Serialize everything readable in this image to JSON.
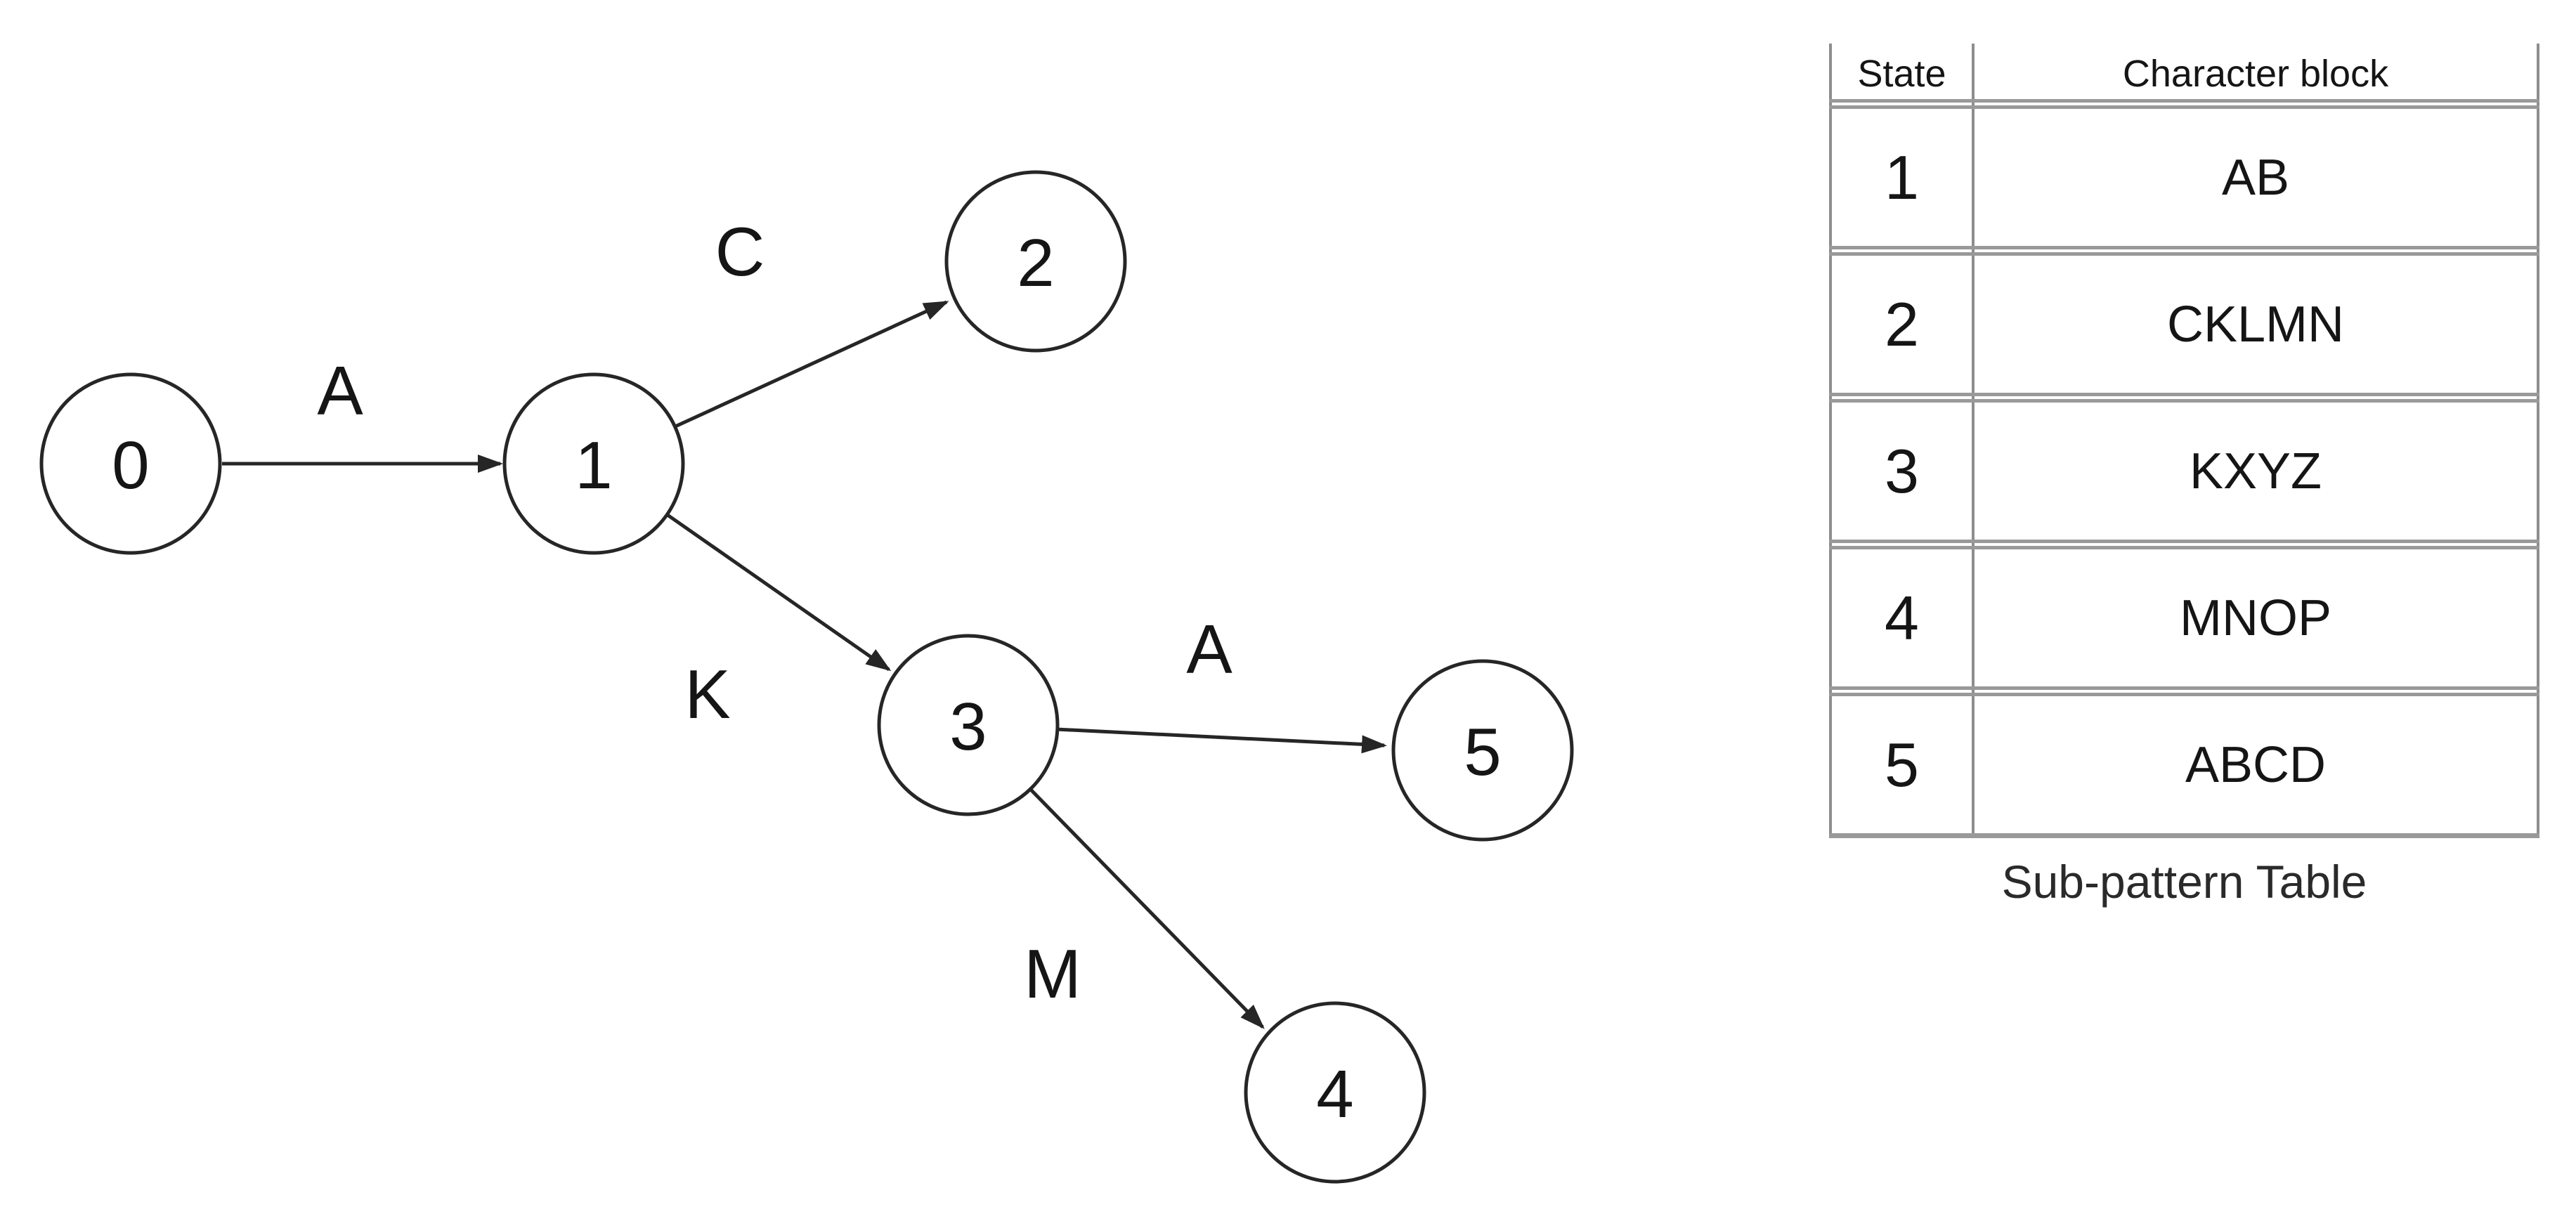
{
  "diagram": {
    "type": "state-transition-graph",
    "nodes": [
      {
        "id": "0",
        "label": "0"
      },
      {
        "id": "1",
        "label": "1"
      },
      {
        "id": "2",
        "label": "2"
      },
      {
        "id": "3",
        "label": "3"
      },
      {
        "id": "4",
        "label": "4"
      },
      {
        "id": "5",
        "label": "5"
      }
    ],
    "edges": [
      {
        "from": "0",
        "to": "1",
        "label": "A"
      },
      {
        "from": "1",
        "to": "2",
        "label": "C"
      },
      {
        "from": "1",
        "to": "3",
        "label": "K"
      },
      {
        "from": "3",
        "to": "5",
        "label": "A"
      },
      {
        "from": "3",
        "to": "4",
        "label": "M"
      }
    ],
    "colors": {
      "stroke": "#262626",
      "text": "#151515",
      "background": "#ffffff"
    }
  },
  "table": {
    "headers": {
      "state": "State",
      "block": "Character block"
    },
    "rows": [
      {
        "state": "1",
        "block": "AB"
      },
      {
        "state": "2",
        "block": "CKLMN"
      },
      {
        "state": "3",
        "block": "KXYZ"
      },
      {
        "state": "4",
        "block": "MNOP"
      },
      {
        "state": "5",
        "block": "ABCD"
      }
    ],
    "caption": "Sub-pattern Table",
    "line_color": "#999999"
  }
}
